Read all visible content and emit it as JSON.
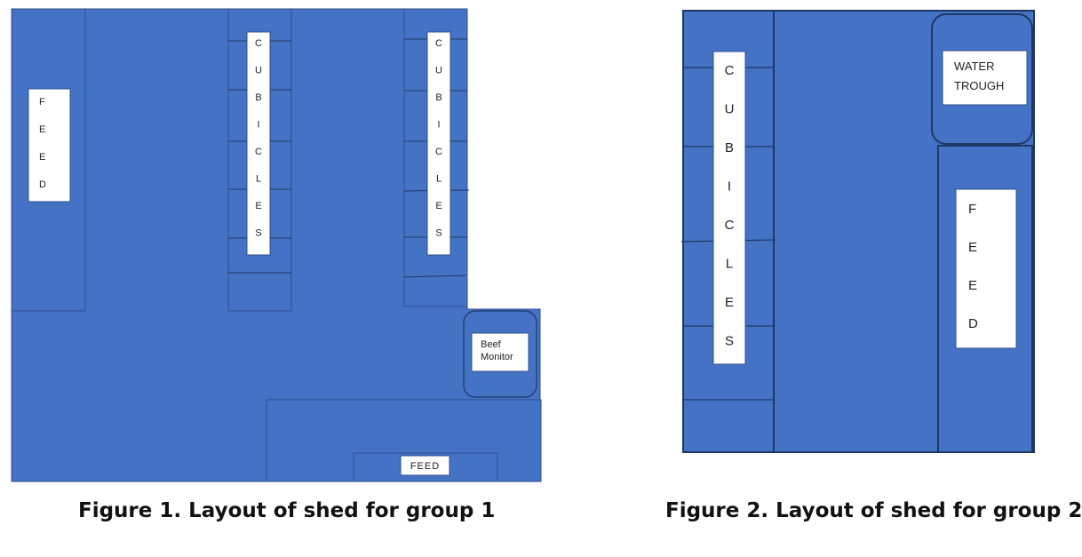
{
  "colors": {
    "shed": "#4472c4",
    "line": "#1f3864",
    "label_bg": "#ffffff",
    "label_text": "#222222"
  },
  "figure1": {
    "caption": "Figure 1. Layout of shed for group 1",
    "feed_left": "FEED",
    "cubicles_a": "CUBICLES",
    "cubicles_b": "CUBICLES",
    "beef_monitor": [
      "Beef",
      "Monitor"
    ],
    "feed_bottom": "FEED"
  },
  "figure2": {
    "caption": "Figure 2. Layout of shed for group 2",
    "cubicles": "CUBICLES",
    "water_trough": [
      "WATER",
      "TROUGH"
    ],
    "feed": "FEED"
  }
}
